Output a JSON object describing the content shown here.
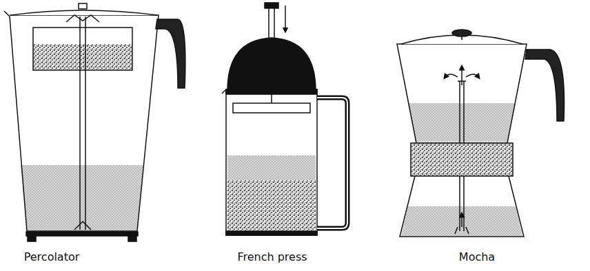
{
  "diagram": {
    "labels": [
      "Percolator",
      "French press",
      "Mocha"
    ]
  }
}
